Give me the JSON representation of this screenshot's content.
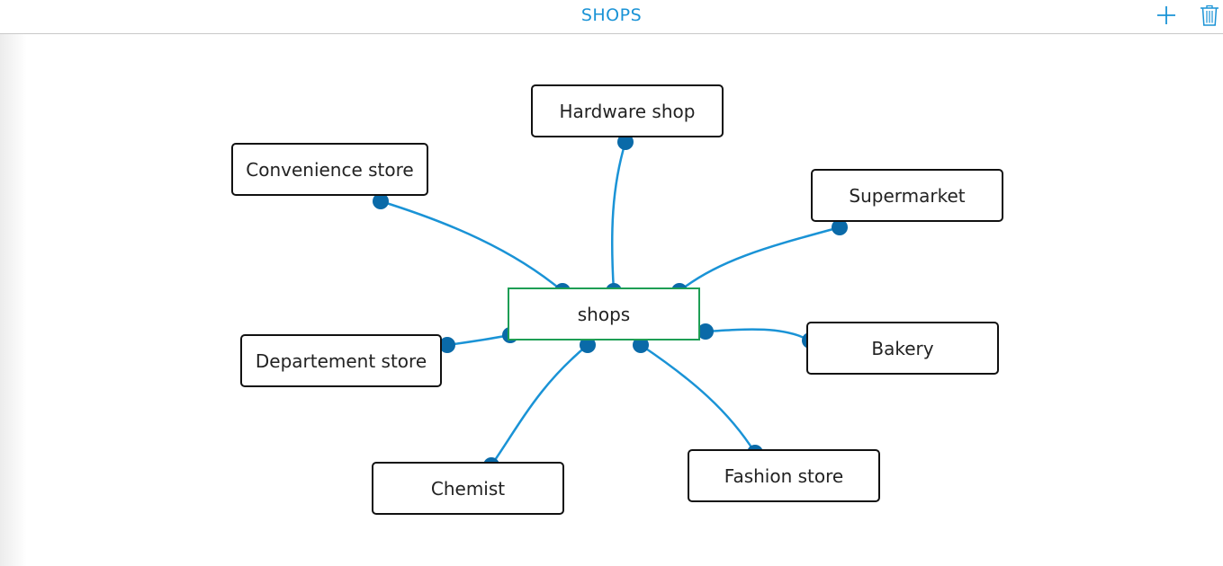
{
  "header": {
    "title": "SHOPS",
    "add_icon": "plus-icon",
    "delete_icon": "trash-icon"
  },
  "colors": {
    "accent": "#1a93d6",
    "link": "#1a93d6",
    "handle": "#0a6aa8",
    "root_border": "#1e9e55",
    "node_border": "#111111"
  },
  "diagram": {
    "root": {
      "label": "shops"
    },
    "nodes": [
      {
        "label": "Hardware shop"
      },
      {
        "label": "Convenience store"
      },
      {
        "label": "Supermarket"
      },
      {
        "label": "Departement store"
      },
      {
        "label": "Bakery"
      },
      {
        "label": "Chemist"
      },
      {
        "label": "Fashion store"
      }
    ]
  }
}
